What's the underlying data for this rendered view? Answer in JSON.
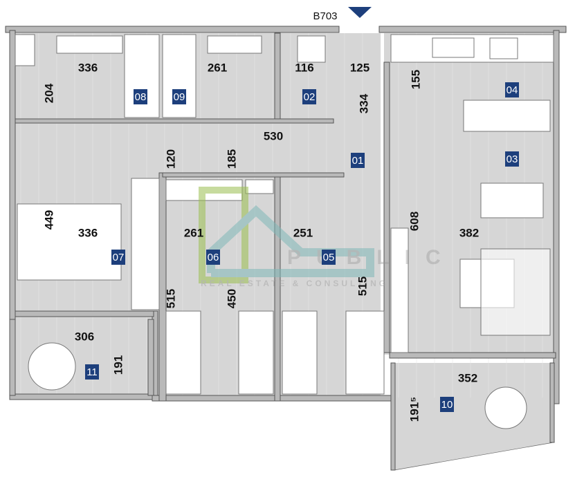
{
  "plan": {
    "unit_label": "B703",
    "entrance_marker_color": "#1d3f7c",
    "badge_color": "#1d3f7c",
    "rooms": [
      "01",
      "02",
      "03",
      "04",
      "05",
      "06",
      "07",
      "08",
      "09",
      "10",
      "11"
    ],
    "dimensions": [
      "336",
      "261",
      "116",
      "125",
      "155",
      "204",
      "334",
      "530",
      "120",
      "185",
      "449",
      "336",
      "261",
      "251",
      "608",
      "382",
      "515",
      "450",
      "515",
      "306",
      "191",
      "352",
      "191⁵"
    ]
  },
  "watermark": {
    "brand": "PUBLIC",
    "tagline": "REAL ESTATE & CONSULTING"
  }
}
